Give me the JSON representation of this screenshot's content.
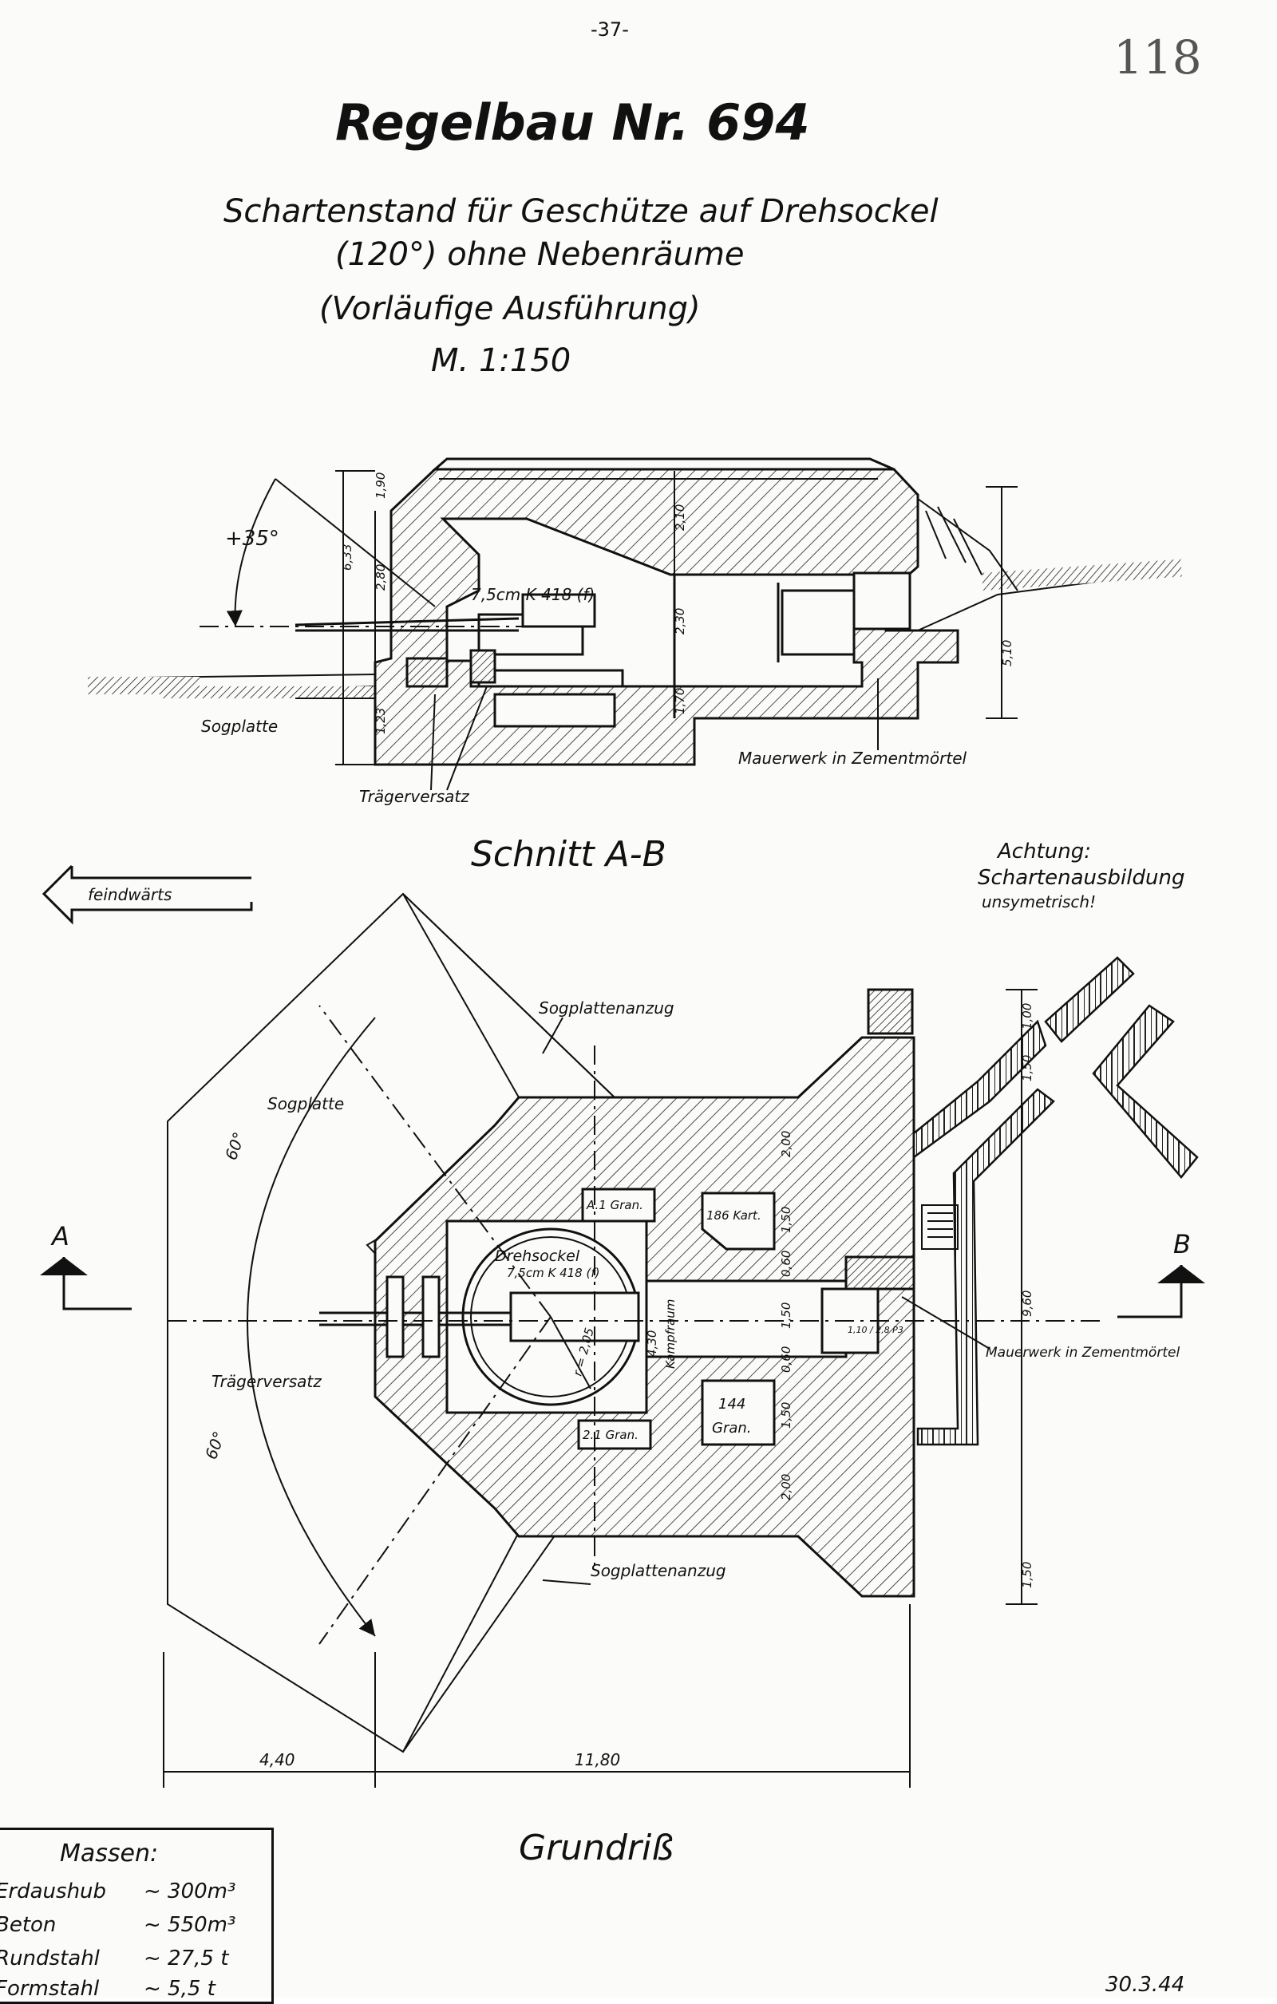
{
  "header": {
    "page_number": "-37-",
    "stamp_number": "118"
  },
  "title": {
    "main": "Regelbau Nr. 694",
    "line1": "Schartenstand für Geschütze auf Drehsockel",
    "line2": "(120°) ohne Nebenräume",
    "line3": "(Vorläufige Ausführung)",
    "scale": "M. 1:150"
  },
  "section": {
    "heading": "Schnitt A-B",
    "angle_label": "+35°",
    "gun_label": "7,5cm K 418 (f)",
    "sogplatte": "Sogplatte",
    "traeger": "Trägerversatz",
    "mauerwerk": "Mauerwerk in Zementmörtel",
    "dims": {
      "total_height": "6,33",
      "top": "1,90",
      "mid": "2,80",
      "low": "1,23",
      "roof": "2,10",
      "inner": "2,30",
      "floor": "1,70",
      "right": "5,10"
    }
  },
  "plan": {
    "heading": "Grundriß",
    "direction": "feindwärts",
    "note": [
      "Achtung:",
      "Schartenausbildung",
      "unsymetrisch!"
    ],
    "sogplatte": "Sogplatte",
    "sogplattenanzug_top": "Sogplattenanzug",
    "sogplattenanzug_bottom": "Sogplattenanzug",
    "traeger": "Trägerversatz",
    "drehsockel": "Drehsockel",
    "gun_label": "7,5cm K 418 (f)",
    "radius": "r = 2,05",
    "room_top_small": "A.1 Gran.",
    "room_bottom_small": "2.1 Gran.",
    "room_top": "186 Kart.",
    "room_bottom_num": "144",
    "room_bottom_txt": "Gran.",
    "kampfraum": "Kampfraum",
    "mauerwerk": "Mauerwerk in Zementmörtel",
    "door": "1,10 / 2,8 P3",
    "angle_top": "60°",
    "angle_bottom": "60°",
    "section_a": "A",
    "section_b": "B",
    "dims": {
      "width_left": "4,40",
      "width_main": "11,80",
      "height": "9,60",
      "h_top": "1,00",
      "h_second": "1,50",
      "h_bottom": "1,50",
      "wall_a": "2,00",
      "wall_b": "1,50",
      "wall_c": "0,60",
      "wall_d": "1,50",
      "wall_e": "0,60",
      "wall_f": "1,50",
      "wall_g": "2,00",
      "kampf": "4,30"
    }
  },
  "masses": {
    "heading": "Massen:",
    "rows": [
      {
        "label": "Erdaushub",
        "value": "~ 300m³"
      },
      {
        "label": "Beton",
        "value": "~ 550m³"
      },
      {
        "label": "Rundstahl",
        "value": "~ 27,5 t"
      },
      {
        "label": "Formstahl",
        "value": "~ 5,5 t"
      }
    ]
  },
  "footer": {
    "date": "30.3.44"
  }
}
